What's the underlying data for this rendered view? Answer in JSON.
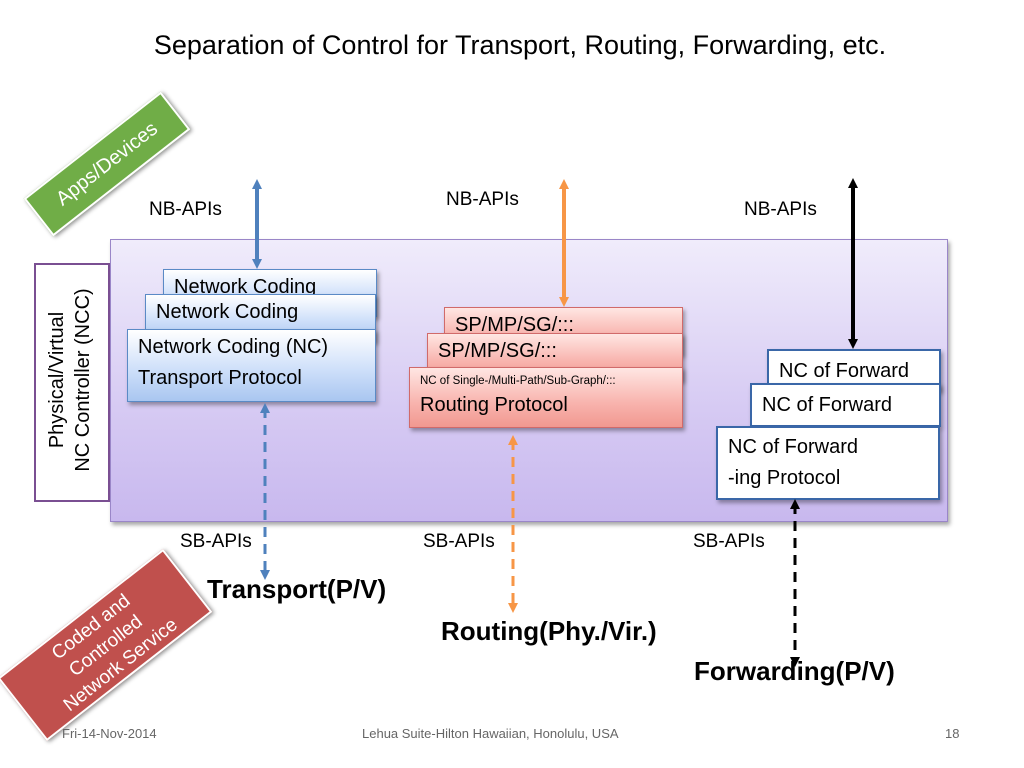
{
  "title": "Separation of Control for Transport, Routing, Forwarding, etc.",
  "badges": {
    "apps_devices": "Apps/Devices",
    "coded_service": [
      "Coded and",
      "Controlled",
      "Network Service"
    ]
  },
  "controller_label": [
    "Physical/Virtual",
    "NC Controller (NCC)"
  ],
  "api_labels": {
    "nb": "NB-APIs",
    "sb": "SB-APIs"
  },
  "transport": {
    "back_box": "Network Coding",
    "mid_box": "Network Coding",
    "front_box": [
      "Network Coding (NC)",
      "Transport Protocol"
    ],
    "layer_label": "Transport(P/V)"
  },
  "routing": {
    "back_box": "SP/MP/SG/:::",
    "mid_box": "SP/MP/SG/:::",
    "front_box_small": "NC of Single-/Multi-Path/Sub-Graph/:::",
    "front_box": "Routing Protocol",
    "layer_label": "Routing(Phy./Vir.)"
  },
  "forwarding": {
    "back_box": "NC of Forward",
    "mid_box": "NC of Forward",
    "front_box": [
      "NC of Forward",
      "-ing Protocol"
    ],
    "layer_label": "Forwarding(P/V)"
  },
  "colors": {
    "transport_arrow": "#4f81bd",
    "routing_arrow": "#f79646",
    "forwarding_arrow": "#000000",
    "apps_badge": "#70ad47",
    "service_badge": "#c0504d",
    "controller_border": "#7a4f92"
  },
  "footer": {
    "date": "Fri-14-Nov-2014",
    "venue": "Lehua Suite-Hilton Hawaiian, Honolulu, USA",
    "page": "18"
  }
}
